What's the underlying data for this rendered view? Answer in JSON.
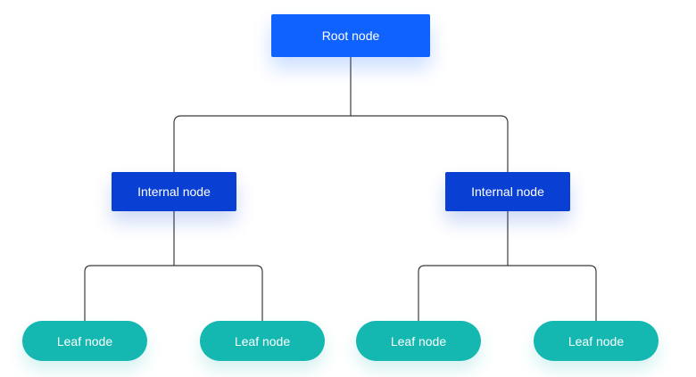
{
  "root": {
    "label": "Root node"
  },
  "internal": [
    {
      "label": "Internal node"
    },
    {
      "label": "Internal node"
    }
  ],
  "leaves": [
    {
      "label": "Leaf node"
    },
    {
      "label": "Leaf node"
    },
    {
      "label": "Leaf node"
    },
    {
      "label": "Leaf node"
    }
  ],
  "colors": {
    "root": "#0f62fe",
    "internal": "#0a3fd4",
    "leaf": "#14b8b0",
    "edge": "#3b3b3b",
    "text": "#ffffff"
  }
}
